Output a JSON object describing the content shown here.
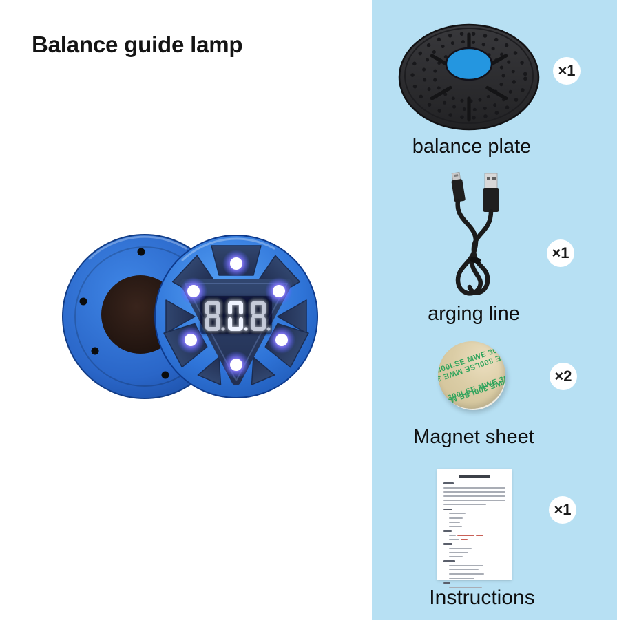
{
  "title": "Balance guide lamp",
  "panel": {
    "bg_color": "#b7e0f3",
    "items": [
      {
        "label": "balance plate",
        "qty": "×1"
      },
      {
        "label": "arging line",
        "qty": "×1"
      },
      {
        "label": "Magnet sheet",
        "qty": "×2"
      },
      {
        "label": "Instructions",
        "qty": "×1"
      }
    ]
  },
  "product": {
    "name": "balance guide lamp (two blue discs, LED display)",
    "display_digits": "808",
    "display_text": "8.0.8."
  },
  "magnet_sheet": {
    "print_row": "MWE 300LSE   MWE 300LSE"
  },
  "colors": {
    "panel_blue": "#b7e0f3",
    "product_blue": "#2f74d8",
    "plate_center_blue": "#2496e0",
    "led_glow": "#8a7bff",
    "magnet_tan": "#d8caa2",
    "print_green": "#2fa45c"
  }
}
